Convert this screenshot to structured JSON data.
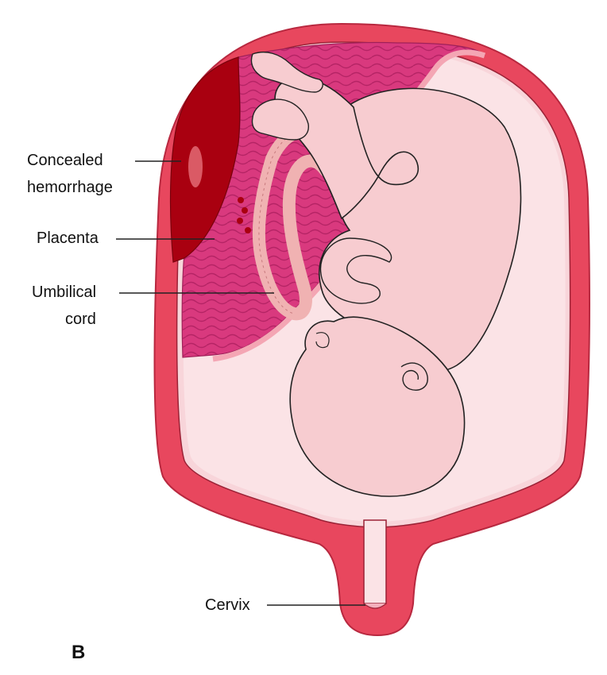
{
  "labels": {
    "concealed_line1": "Concealed",
    "concealed_line2": "hemorrhage",
    "placenta": "Placenta",
    "umbilical_line1": "Umbilical",
    "umbilical_line2": "cord",
    "cervix": "Cervix"
  },
  "figure_label": "B",
  "colors": {
    "uterine_wall": "#e8475e",
    "uterine_wall_outline": "#b8283f",
    "amniotic_sac": "#fbe3e6",
    "hemorrhage": "#a90010",
    "placenta": "#d9397e",
    "placenta_wave": "#b52465",
    "fetus_skin": "#f7ccd0",
    "cord": "#f0b2b2",
    "membrane": "#f4a6b4"
  }
}
